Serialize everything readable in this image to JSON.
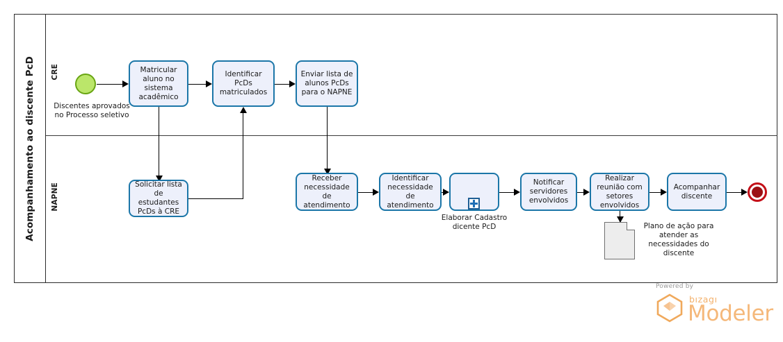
{
  "pool": {
    "title": "Acompanhamento ao discente PcD",
    "lanes": [
      {
        "id": "cre",
        "label": "CRE"
      },
      {
        "id": "napne",
        "label": "NAPNE"
      }
    ]
  },
  "events": {
    "start": {
      "icon": "start-event-circle",
      "label": "Discentes aprovados\nno Processo seletivo",
      "label_line1": "Discentes aprovados",
      "label_line2": "no Processo seletivo",
      "fill": "#bbe66a",
      "stroke": "#69a513"
    },
    "end": {
      "icon": "end-event-circle",
      "fill": "#9d1014",
      "stroke": "#c40f18"
    }
  },
  "tasks": {
    "matricular": "Matricular aluno no sistema acadêmico",
    "identificar_pcds": "Identificar PcDs matriculados",
    "enviar_lista": "Enviar lista de alunos PcDs para o NAPNE",
    "solicitar_lista": "Solicitar lista de estudantes PcDs à CRE",
    "receber_necessidade": "Receber necessidade de atendimento",
    "identificar_necessidade": "Identificar necessidade de atendimento",
    "elaborar_cadastro": "Elaborar Cadastro dicente PcD",
    "notificar_servidores": "Notificar servidores envolvidos",
    "realizar_reuniao": "Realizar reunião com setores envolvidos",
    "acompanhar_discente": "Acompanhar discente"
  },
  "artifacts": {
    "plano_acao": "Plano de ação para atender as necessidades do discente"
  },
  "branding": {
    "powered_by": "Powered by",
    "bizagi": "bızagı",
    "modeler": "Modeler",
    "accent": "#f5b87a"
  },
  "colors": {
    "task_fill": "#edf0fb",
    "task_stroke": "#1b76a8",
    "pool_stroke": "#2b2b2b",
    "connector": "#000000"
  }
}
